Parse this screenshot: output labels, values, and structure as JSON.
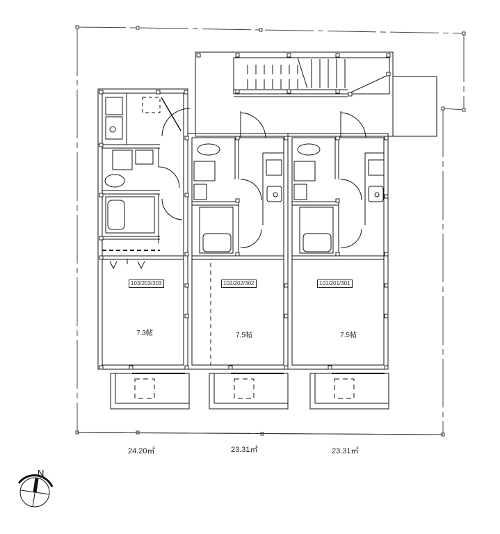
{
  "plan": {
    "units": [
      {
        "id": "unit-left",
        "tag": "103/203/303",
        "room_size": "7.3帖",
        "floor_area": "24.20㎡"
      },
      {
        "id": "unit-center",
        "tag": "102/202/302",
        "room_size": "7.5帖",
        "floor_area": "23.31㎡"
      },
      {
        "id": "unit-right",
        "tag": "101/201/301",
        "room_size": "7.5帖",
        "floor_area": "23.31㎡"
      }
    ],
    "compass": {
      "label": "N"
    },
    "colors": {
      "line": "#111111",
      "background": "#ffffff",
      "column_fill": "#333333"
    }
  }
}
